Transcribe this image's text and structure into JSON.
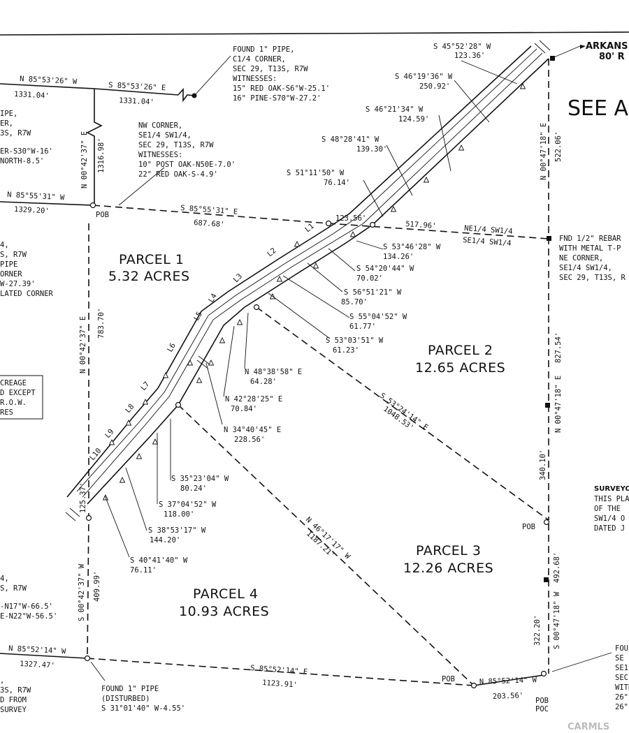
{
  "road": {
    "name_partial": "ARKANS",
    "row_partial": "80' R"
  },
  "see_partial": "SEE A",
  "parcels": [
    {
      "name": "PARCEL 1",
      "acres": "5.32 ACRES"
    },
    {
      "name": "PARCEL 2",
      "acres": "12.65 ACRES"
    },
    {
      "name": "PARCEL 3",
      "acres": "12.26 ACRES"
    },
    {
      "name": "PARCEL 4",
      "acres": "10.93 ACRES"
    }
  ],
  "bearings": {
    "n8553_left": "N 85°53'26\" W",
    "n8553_left_d": "1331.04'",
    "s8553": "S 85°53'26\" E",
    "s8553_d": "1331.04'",
    "n0042_top": "N 00°42'37\" E",
    "n0042_top_d": "1316.98'",
    "n8555": "N 85°55'31\" W",
    "n8555_d": "1329.20'",
    "s8555": "S 85°55'31\" E",
    "s8555_d": "687.68'",
    "d12356": "123.56'",
    "d51796": "517.96'",
    "ne14": "NE1/4 SW1/4",
    "se14": "SE1/4 SW1/4",
    "s4552": "S 45°52'28\" W",
    "s4552_d": "123.36'",
    "s4619": "S 46°19'36\" W",
    "s4619_d": "250.92'",
    "s4621": "S 46°21'34\" W",
    "s4621_d": "124.59'",
    "s4828": "S 48°28'41\" W",
    "s4828_d": "139.30'",
    "s5111": "S 51°11'50\" W",
    "s5111_d": "76.14'",
    "s5346": "S 53°46'28\" W",
    "s5346_d": "134.26'",
    "s5420": "S 54°20'44\" W",
    "s5420_d": "70.02'",
    "s5651": "S 56°51'21\" W",
    "s5651_d": "85.70'",
    "s5504": "S 55°04'52\" W",
    "s5504_d": "61.77'",
    "s5303": "S 53°03'51\" W",
    "s5303_d": "61.23'",
    "n4838": "N 48°38'58\" E",
    "n4838_d": "64.28'",
    "n4228": "N 42°28'25\" E",
    "n4228_d": "70.84'",
    "n3440": "N 34°40'45\" E",
    "n3440_d": "228.56'",
    "s3523": "S 35°23'04\" W",
    "s3523_d": "80.24'",
    "s3704": "S 37°04'52\" W",
    "s3704_d": "118.00'",
    "s3853": "S 38°53'17\" W",
    "s3853_d": "144.20'",
    "s4041": "S 40°41'40\" W",
    "s4041_d": "76.11'",
    "n0042_mid": "N 00°42'37\" E",
    "n0042_mid_d": "783.70'",
    "d12537": "125.37'",
    "s0042": "S 00°42'37\" W",
    "s0042_d": "409.99'",
    "n8552_left": "N 85°52'14\" W",
    "n8552_left_d": "1327.47'",
    "s8552": "S 85°52'14\" E",
    "s8552_d": "1123.91'",
    "n8552_right": "N 85°52'14\" W",
    "n8552_right_d": "203.56'",
    "s5324": "S 53°24'14\" E",
    "s5324_d": "1048.53'",
    "n4617": "N 46°17'17\" W",
    "n4617_d": "1187.21'",
    "n0047_top": "N 00°47'18\" E",
    "n0047_top_d": "522.06'",
    "n0047_mid": "N 00°47'18\" E",
    "n0047_mid_d": "827.54'",
    "d34010": "340.10'",
    "s0047": "S 00°47'18\" W",
    "s0047_d": "492.68'",
    "d32220": "322.20'"
  },
  "line_labels": [
    "L1",
    "L2",
    "L3",
    "L4",
    "L5",
    "L6",
    "L7",
    "L8",
    "L9",
    "L10"
  ],
  "points": {
    "pob": "POB",
    "poc": "POC"
  },
  "notes": {
    "found_pipe": [
      "FOUND 1\" PIPE,",
      "C1/4 CORNER,",
      "SEC 29, T13S, R7W",
      "WITNESSES:",
      "15\" RED OAK-S6°W-25.1'",
      "16\" PINE-S70°W-27.2'"
    ],
    "nw_corner": [
      "NW CORNER,",
      "SE1/4 SW1/4,",
      "SEC 29, T13S, R7W",
      "WITNESSES:",
      "10\" POST OAK-N50E-7.0'",
      "22\" RED OAK-S-4.9'"
    ],
    "fnd_rebar": [
      "FND 1/2\" REBAR",
      "WITH METAL T-P",
      "NE CORNER,",
      "SE1/4 SW1/4,",
      "SEC 29, T13S, R"
    ],
    "found_disturbed": [
      "FOUND 1\" PIPE",
      "(DISTURBED)",
      "S 31°01'40\" W-4.55'"
    ],
    "left_top": [
      "IPE,",
      "ER,",
      "3S, R7W",
      "ER-S30°W-16'",
      "NORTH-8.5'"
    ],
    "left_mid": [
      "4,",
      "S, R7W",
      "PIPE",
      "ORNER",
      "W-27.39'",
      "LATED CORNER"
    ],
    "acreage_box": [
      "CREAGE",
      "D EXCEPT",
      "R.O.W.",
      "RES"
    ],
    "left_low": [
      "4,",
      "S, R7W",
      "-N17°W-66.5'",
      "E-N22°W-56.5'"
    ],
    "left_bottom": [
      ",",
      "3S, R7W",
      "D FROM",
      "SURVEY"
    ],
    "surveyor": [
      "SURVEYO",
      "THIS PLA",
      "OF THE",
      "SW1/4 O",
      "DATED J"
    ],
    "right_bottom": [
      "FOU",
      "SE",
      "SE1",
      "SEC",
      "WITH",
      "26\"",
      "26\""
    ]
  },
  "watermark": "CARMLS"
}
